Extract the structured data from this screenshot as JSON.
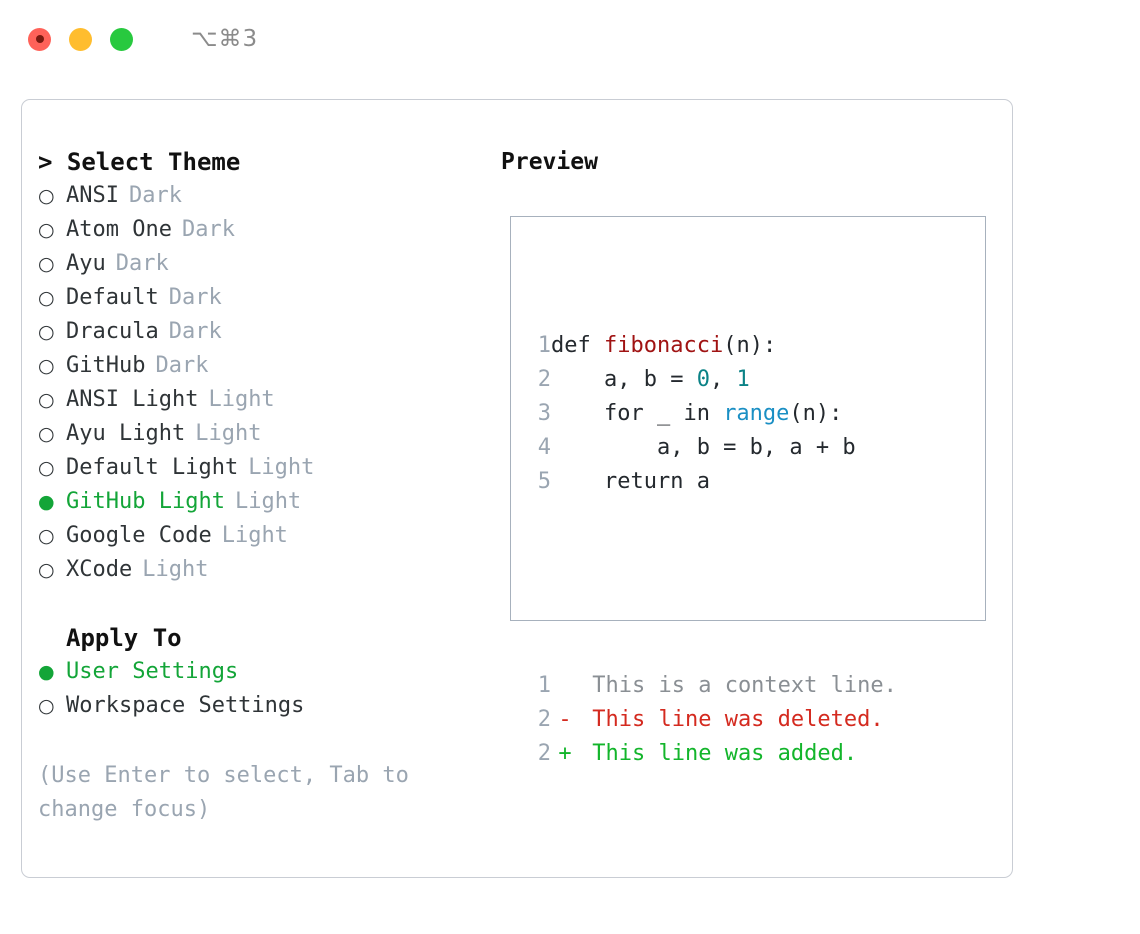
{
  "titlebar": {
    "shortcut": "⌥⌘3",
    "traffic_lights": [
      {
        "name": "close",
        "color": "#ff6259"
      },
      {
        "name": "minimize",
        "color": "#ffbd2e"
      },
      {
        "name": "maximize",
        "color": "#28c93f"
      }
    ]
  },
  "theme_section": {
    "heading": "> Select Theme",
    "selected_marker": "●",
    "unselected_marker": "○",
    "items": [
      {
        "marker": "○",
        "name": "ANSI",
        "tag": "Dark",
        "selected": false
      },
      {
        "marker": "○",
        "name": "Atom One",
        "tag": "Dark",
        "selected": false
      },
      {
        "marker": "○",
        "name": "Ayu",
        "tag": "Dark",
        "selected": false
      },
      {
        "marker": "○",
        "name": "Default",
        "tag": "Dark",
        "selected": false
      },
      {
        "marker": "○",
        "name": "Dracula",
        "tag": "Dark",
        "selected": false
      },
      {
        "marker": "○",
        "name": "GitHub",
        "tag": "Dark",
        "selected": false
      },
      {
        "marker": "○",
        "name": "ANSI Light",
        "tag": "Light",
        "selected": false
      },
      {
        "marker": "○",
        "name": "Ayu Light",
        "tag": "Light",
        "selected": false
      },
      {
        "marker": "○",
        "name": "Default Light",
        "tag": "Light",
        "selected": false
      },
      {
        "marker": "●",
        "name": "GitHub Light",
        "tag": "Light",
        "selected": true
      },
      {
        "marker": "○",
        "name": "Google Code",
        "tag": "Light",
        "selected": false
      },
      {
        "marker": "○",
        "name": "XCode",
        "tag": "Light",
        "selected": false
      }
    ]
  },
  "apply_section": {
    "heading": "Apply To",
    "items": [
      {
        "marker": "●",
        "name": "User Settings",
        "selected": true
      },
      {
        "marker": "○",
        "name": "Workspace Settings",
        "selected": false
      }
    ]
  },
  "hint": "(Use Enter to select, Tab to change focus)",
  "preview": {
    "title": "Preview",
    "code_lines": [
      {
        "no": "1",
        "sign": " ",
        "tokens": [
          {
            "t": "def ",
            "c": "plain"
          },
          {
            "t": "fibonacci",
            "c": "fn"
          },
          {
            "t": "(n):",
            "c": "plain"
          }
        ]
      },
      {
        "no": "2",
        "sign": " ",
        "tokens": [
          {
            "t": "    a, b = ",
            "c": "plain"
          },
          {
            "t": "0",
            "c": "num"
          },
          {
            "t": ", ",
            "c": "plain"
          },
          {
            "t": "1",
            "c": "num"
          }
        ]
      },
      {
        "no": "3",
        "sign": " ",
        "tokens": [
          {
            "t": "    for _ in ",
            "c": "plain"
          },
          {
            "t": "range",
            "c": "builtin"
          },
          {
            "t": "(n):",
            "c": "plain"
          }
        ]
      },
      {
        "no": "4",
        "sign": " ",
        "tokens": [
          {
            "t": "        a, b = b, a + b",
            "c": "plain"
          }
        ]
      },
      {
        "no": "5",
        "sign": " ",
        "tokens": [
          {
            "t": "    return a",
            "c": "plain"
          }
        ]
      }
    ],
    "diff_lines": [
      {
        "no": "1",
        "sign": " ",
        "text": " This is a context line.",
        "kind": "context"
      },
      {
        "no": "2",
        "sign": "-",
        "text": " This line was deleted.",
        "kind": "del"
      },
      {
        "no": "2",
        "sign": "+",
        "text": " This line was added.",
        "kind": "add"
      }
    ]
  },
  "colors": {
    "accent_green": "#13a538",
    "tag_gray": "#9aa5b1",
    "fn_red": "#a01313",
    "num_teal": "#0b8286",
    "builtin_blue": "#1a8fc4",
    "diff_del_red": "#d42a1f",
    "diff_add_green": "#13b52b",
    "panel_border": "#c9cdd4",
    "preview_border": "#a7b1bd"
  }
}
